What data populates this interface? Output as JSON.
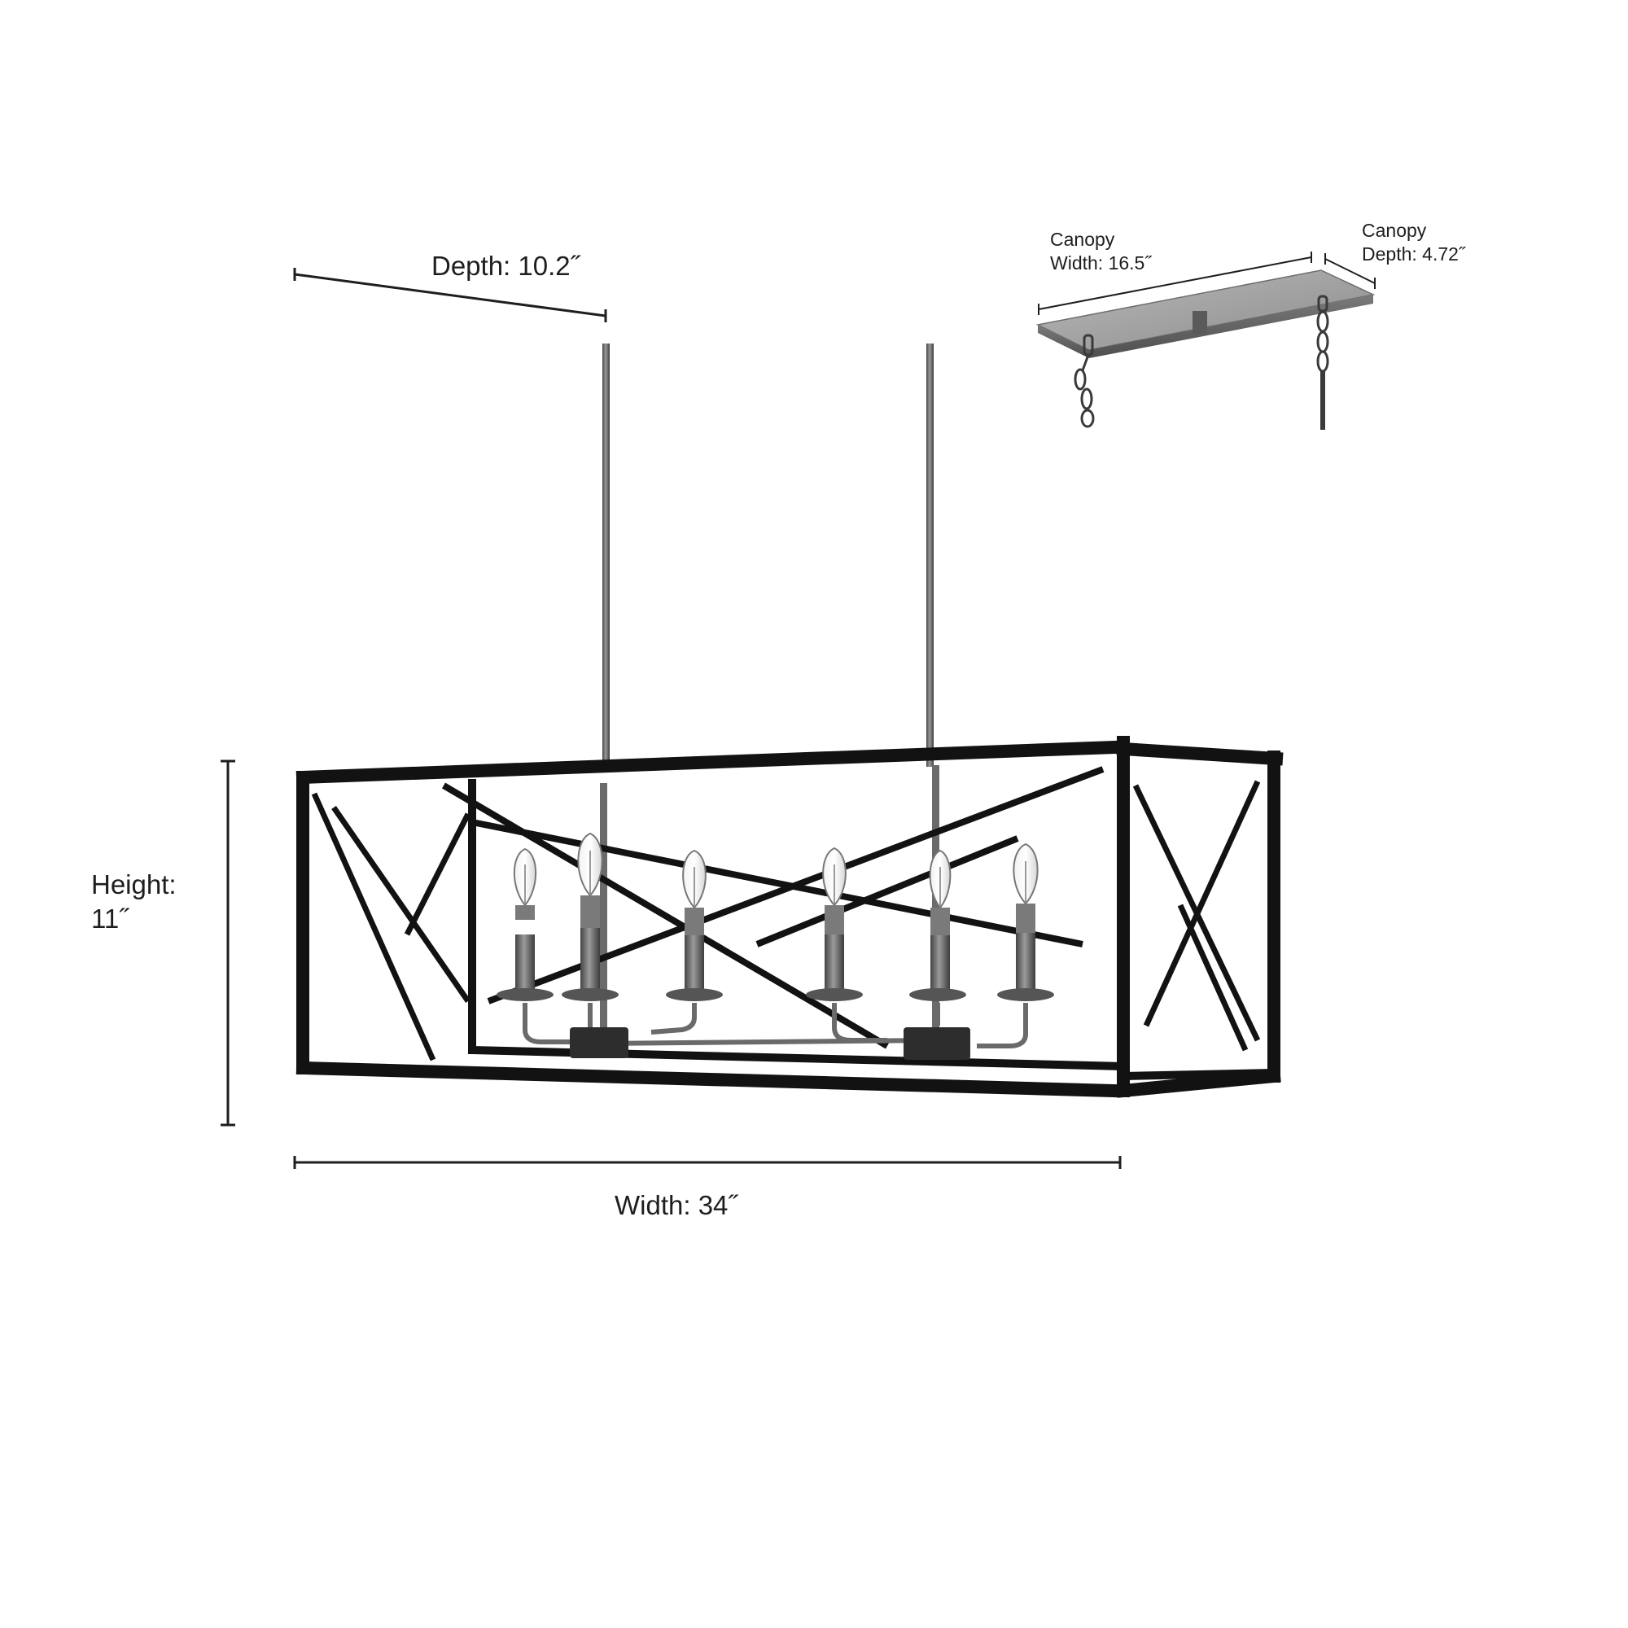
{
  "dimensions": {
    "depth": "Depth: 10.2˝",
    "height_line1": "Height:",
    "height_line2": "11˝",
    "width": "Width: 34˝",
    "canopy_width_line1": "Canopy",
    "canopy_width_line2": "Width: 16.5˝",
    "canopy_depth_line1": "Canopy",
    "canopy_depth_line2": "Depth: 4.72˝"
  },
  "colors": {
    "frame": "#121212",
    "metal": "#6b6b6b",
    "canopy": "#9a9a9a",
    "text": "#1e1e1e"
  }
}
